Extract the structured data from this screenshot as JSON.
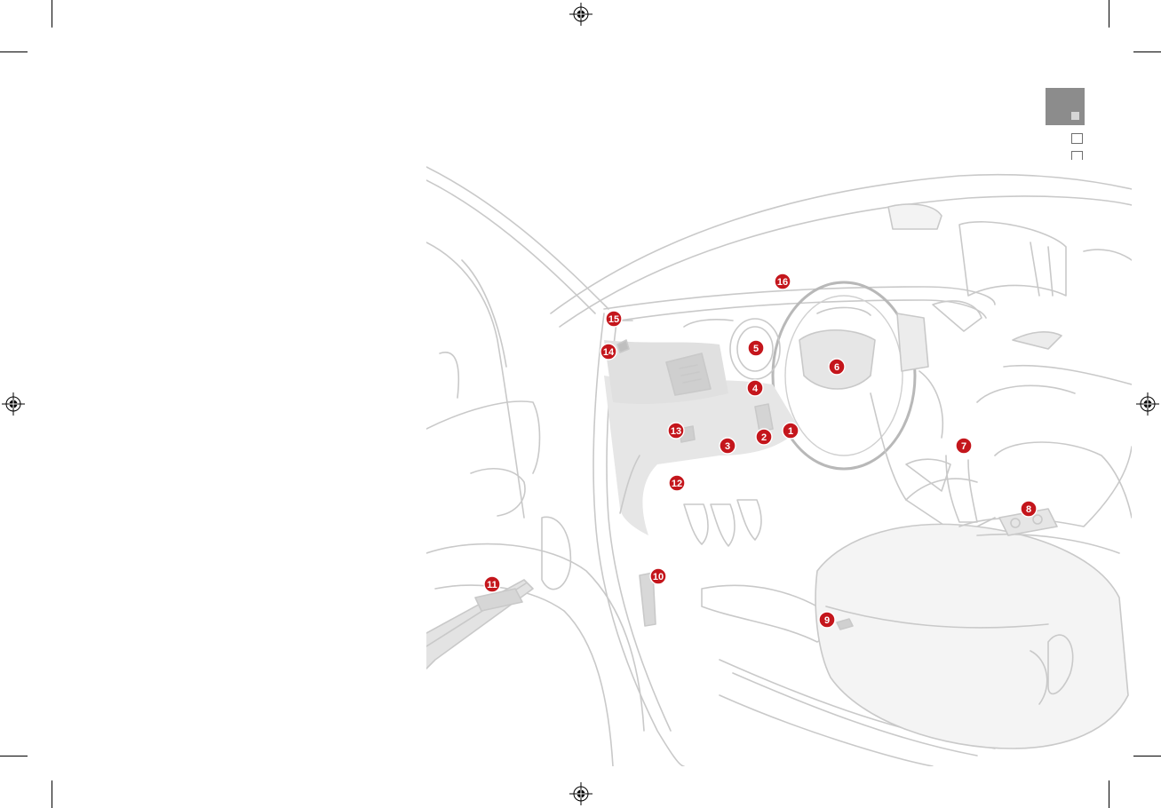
{
  "page": {
    "illustration": {
      "name": "vehicle interior overview",
      "callouts": [
        "1",
        "2",
        "3",
        "4",
        "5",
        "6",
        "7",
        "8",
        "9",
        "10",
        "11",
        "12",
        "13",
        "14",
        "15",
        "16"
      ]
    },
    "section_tabs": {
      "active_color": "#8c8c8c",
      "count": 3
    },
    "marker_color": "#c4161c"
  }
}
